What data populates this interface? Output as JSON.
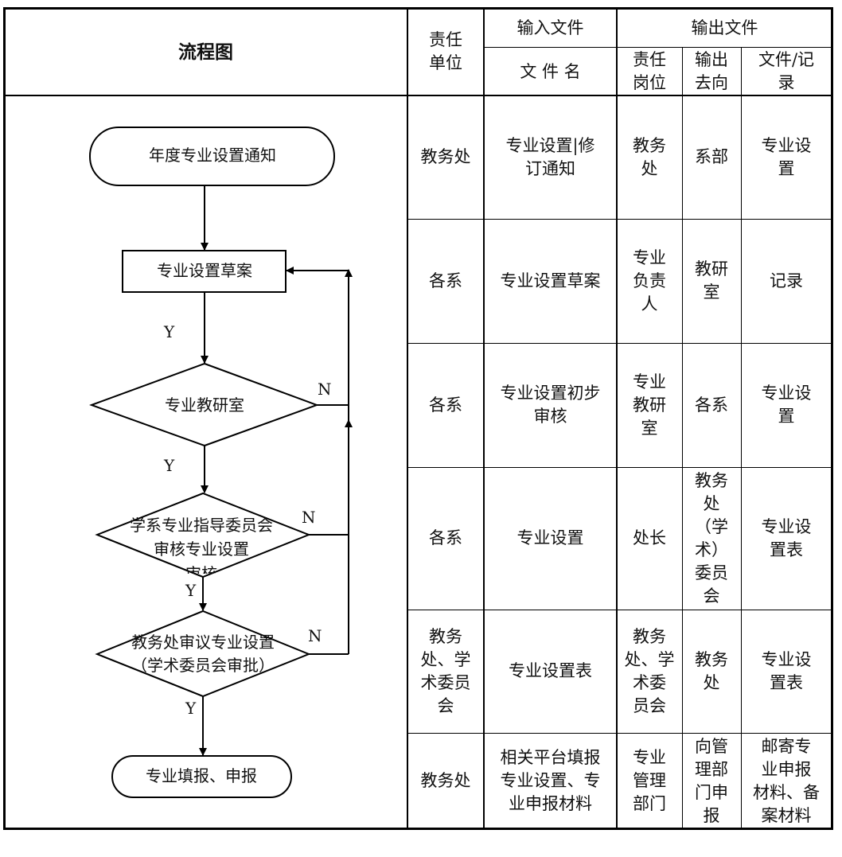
{
  "header": {
    "flowchart": "流程图",
    "unit": "责任\n单位",
    "input": "输入文件",
    "filename": "文 件 名",
    "output": "输出文件",
    "post": "责任\n岗位",
    "destination": "输出\n去向",
    "record": "文件/记\n录"
  },
  "flowchart": {
    "start": "年度专业设置通知",
    "draft": "专业设置草案",
    "d1": "专业教研室",
    "d2_line1": "学系专业指导委员会",
    "d2_line2": "审核专业设置",
    "d2_line3": "审核",
    "d3_line1": "教务处审议专业设置",
    "d3_line2": "（学术委员会审批）",
    "end": "专业填报、申报",
    "yes": "Y",
    "no": "N"
  },
  "rows": [
    {
      "unit": "教务处",
      "file": "专业设置|修\n订通知",
      "post": "教务\n处",
      "dest": "系部",
      "record": "专业设\n置"
    },
    {
      "unit": "各系",
      "file": "专业设置草案",
      "post": "专业\n负责\n人",
      "dest": "教研\n室",
      "record": "记录"
    },
    {
      "unit": "各系",
      "file": "专业设置初步\n审核",
      "post": "专业\n教研\n室",
      "dest": "各系",
      "record": "专业设\n置"
    },
    {
      "unit": "各系",
      "file": "专业设置",
      "post": "处长",
      "dest": "教务\n处\n（学\n术）\n委员\n会",
      "record": "专业设\n置表"
    },
    {
      "unit": "教务\n处、学\n术委员\n会",
      "file": "专业设置表",
      "post": "教务\n处、学\n术委\n员会",
      "dest": "教务\n处",
      "record": "专业设\n置表"
    },
    {
      "unit": "教务处",
      "file": "相关平台填报\n专业设置、专\n业申报材料",
      "post": "专业\n管理\n部门",
      "dest": "向管\n理部\n门申\n报",
      "record": "邮寄专\n业申报\n材料、备\n案材料"
    }
  ]
}
